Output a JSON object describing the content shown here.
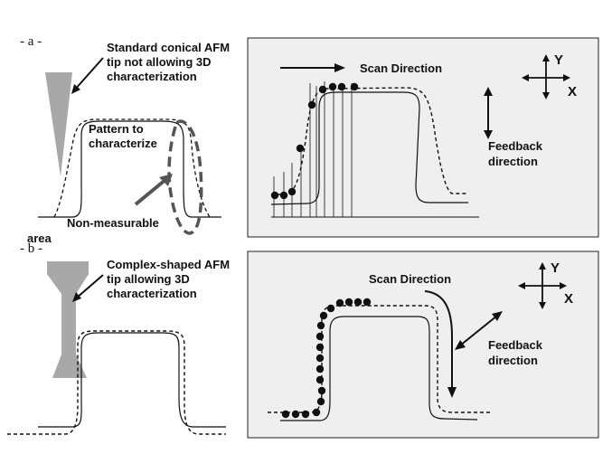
{
  "panel_a": {
    "label": "- a -",
    "tip_caption": [
      "Standard conical AFM",
      "tip not allowing 3D",
      "characterization"
    ],
    "pattern_caption": [
      "Pattern to",
      "characterize"
    ],
    "nonmeasurable_caption": [
      "Non-measurable",
      "area"
    ],
    "scan_direction": "Scan Direction",
    "feedback_caption": [
      "Feedback",
      "direction"
    ],
    "axis_y": "Y",
    "axis_x": "X"
  },
  "panel_b": {
    "label": "- b -",
    "tip_caption": [
      "Complex-shaped AFM",
      "tip allowing 3D",
      "characterization"
    ],
    "scan_direction": "Scan Direction",
    "feedback_caption": [
      "Feedback",
      "direction"
    ],
    "axis_y": "Y",
    "axis_x": "X"
  },
  "colors": {
    "tip": "#a8a8a8",
    "panel_bg": "#efefef",
    "dashed_outline": "#555555",
    "ink": "#111111"
  }
}
